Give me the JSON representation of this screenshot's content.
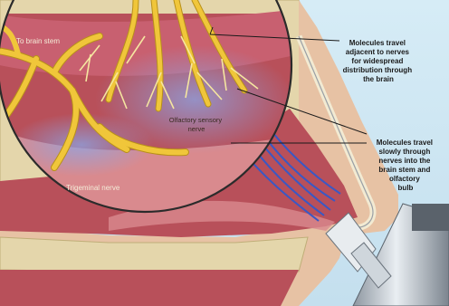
{
  "labels": {
    "to_brain_stem": "To brain stem",
    "olfactory_nerve": [
      "Olfactory sensory",
      "nerve"
    ],
    "trigeminal_nerve": "Trigeminal nerve",
    "molecules_widespread": [
      "Molecules travel",
      "adjacent to nerves",
      "for widespread",
      "distribution through",
      "the brain"
    ],
    "molecules_slowly": [
      "Molecules travel",
      "slowly through",
      "nerves into the",
      "brain stem and",
      "olfactory",
      "bulb"
    ]
  },
  "colors": {
    "background": "#cfe6f2",
    "bone": "#e4d6ab",
    "tissue": "#b8505a",
    "mucosa": "#d98a8e",
    "nerve": "#f0c63a",
    "nerve_outline": "#b8901a",
    "skin": "#e7c2a4"
  }
}
